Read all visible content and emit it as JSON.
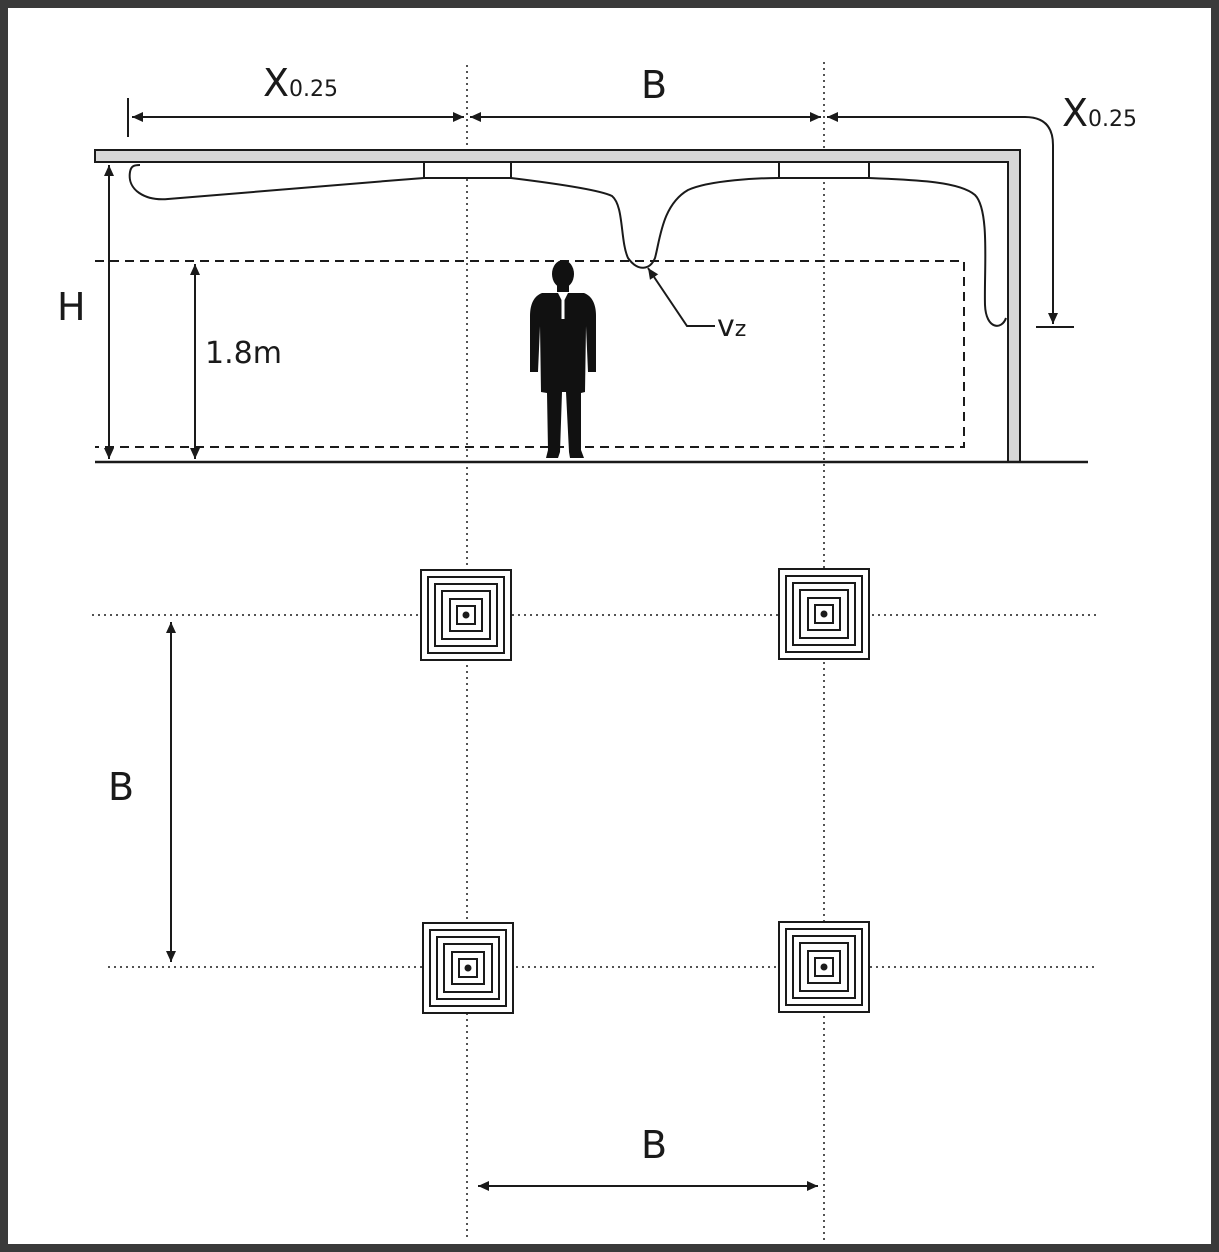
{
  "labels": {
    "x025_left_main": "X",
    "x025_left_sub": "0.25",
    "b_top": "B",
    "x025_right_main": "X",
    "x025_right_sub": "0.25",
    "h": "H",
    "h_18": "1.8m",
    "vz_main": "v",
    "vz_sub": "z",
    "b_left": "B",
    "b_bottom": "B"
  }
}
